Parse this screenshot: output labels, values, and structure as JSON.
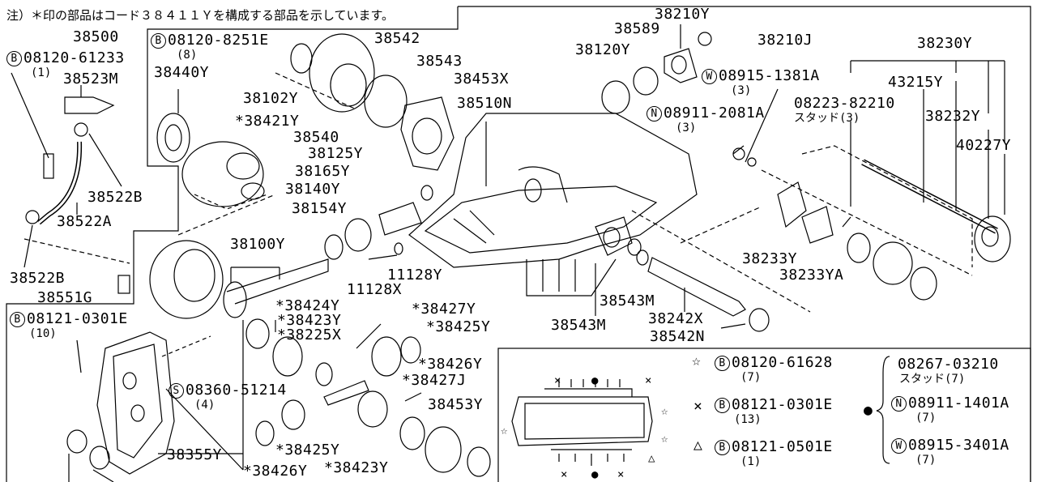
{
  "note": "注）＊印の部品はコード３８４１１Ｙを構成する部品を示しています。",
  "labels": {
    "l_38500": "38500",
    "l_08120_61233": "08120-61233",
    "l_08120_61233_q": "(1)",
    "l_38523M": "38523M",
    "l_38522B_top": "38522B",
    "l_38522A": "38522A",
    "l_38522B_bot": "38522B",
    "l_38551G": "38551G",
    "l_08120_8251E": "08120-8251E",
    "l_08120_8251E_q": "(8)",
    "l_38440Y": "38440Y",
    "l_38102Y": "38102Y",
    "l_38421Y": "*38421Y",
    "l_38540": "38540",
    "l_38542": "38542",
    "l_38543": "38543",
    "l_38453X": "38453X",
    "l_38510N": "38510N",
    "l_38125Y": "38125Y",
    "l_38165Y": "38165Y",
    "l_38140Y": "38140Y",
    "l_38154Y": "38154Y",
    "l_38100Y": "38100Y",
    "l_11128Y": "11128Y",
    "l_11128X": "11128X",
    "l_38424Y": "*38424Y",
    "l_38423Y_a": "*38423Y",
    "l_38225X": "*38225X",
    "l_38427Y": "*38427Y",
    "l_38425Y_a": "*38425Y",
    "l_38426Y_a": "*38426Y",
    "l_38427J": "*38427J",
    "l_38453Y": "38453Y",
    "l_08360_51214": "08360-51214",
    "l_08360_51214_q": "(4)",
    "l_38355Y": "38355Y",
    "l_38425Y_b": "*38425Y",
    "l_38426Y_b": "*38426Y",
    "l_38423Y_b": "*38423Y",
    "l_08121_0301E": "08121-0301E",
    "l_08121_0301E_q": "(10)",
    "l_38210Y": "38210Y",
    "l_38589": "38589",
    "l_38120Y": "38120Y",
    "l_38210J": "38210J",
    "l_08915_1381A": "08915-1381A",
    "l_08915_1381A_q": "(3)",
    "l_08911_2081A": "08911-2081A",
    "l_08911_2081A_q": "(3)",
    "l_08223_82210": "08223-82210",
    "l_stud3": "スタッド(3)",
    "l_38230Y": "38230Y",
    "l_43215Y": "43215Y",
    "l_38232Y": "38232Y",
    "l_40227Y": "40227Y",
    "l_38233Y": "38233Y",
    "l_38233YA": "38233YA",
    "l_38543M_a": "38543M",
    "l_38242X": "38242X",
    "l_38543M_b": "38543M",
    "l_38542N": "38542N"
  },
  "legend": {
    "star_part": "08120-61628",
    "star_qty": "(7)",
    "x_part": "08121-0301E",
    "x_qty": "(13)",
    "tri_part": "08121-0501E",
    "tri_qty": "(1)",
    "stud_part": "08267-03210",
    "stud_label": "スタッド(7)",
    "n_part": "08911-1401A",
    "n_qty": "(7)",
    "w_part": "08915-3401A",
    "w_qty": "(7)"
  },
  "symbols": {
    "B": "B",
    "S": "S",
    "N": "N",
    "W": "W",
    "star": "☆",
    "cross": "×",
    "triangle": "△",
    "dot": "●"
  }
}
